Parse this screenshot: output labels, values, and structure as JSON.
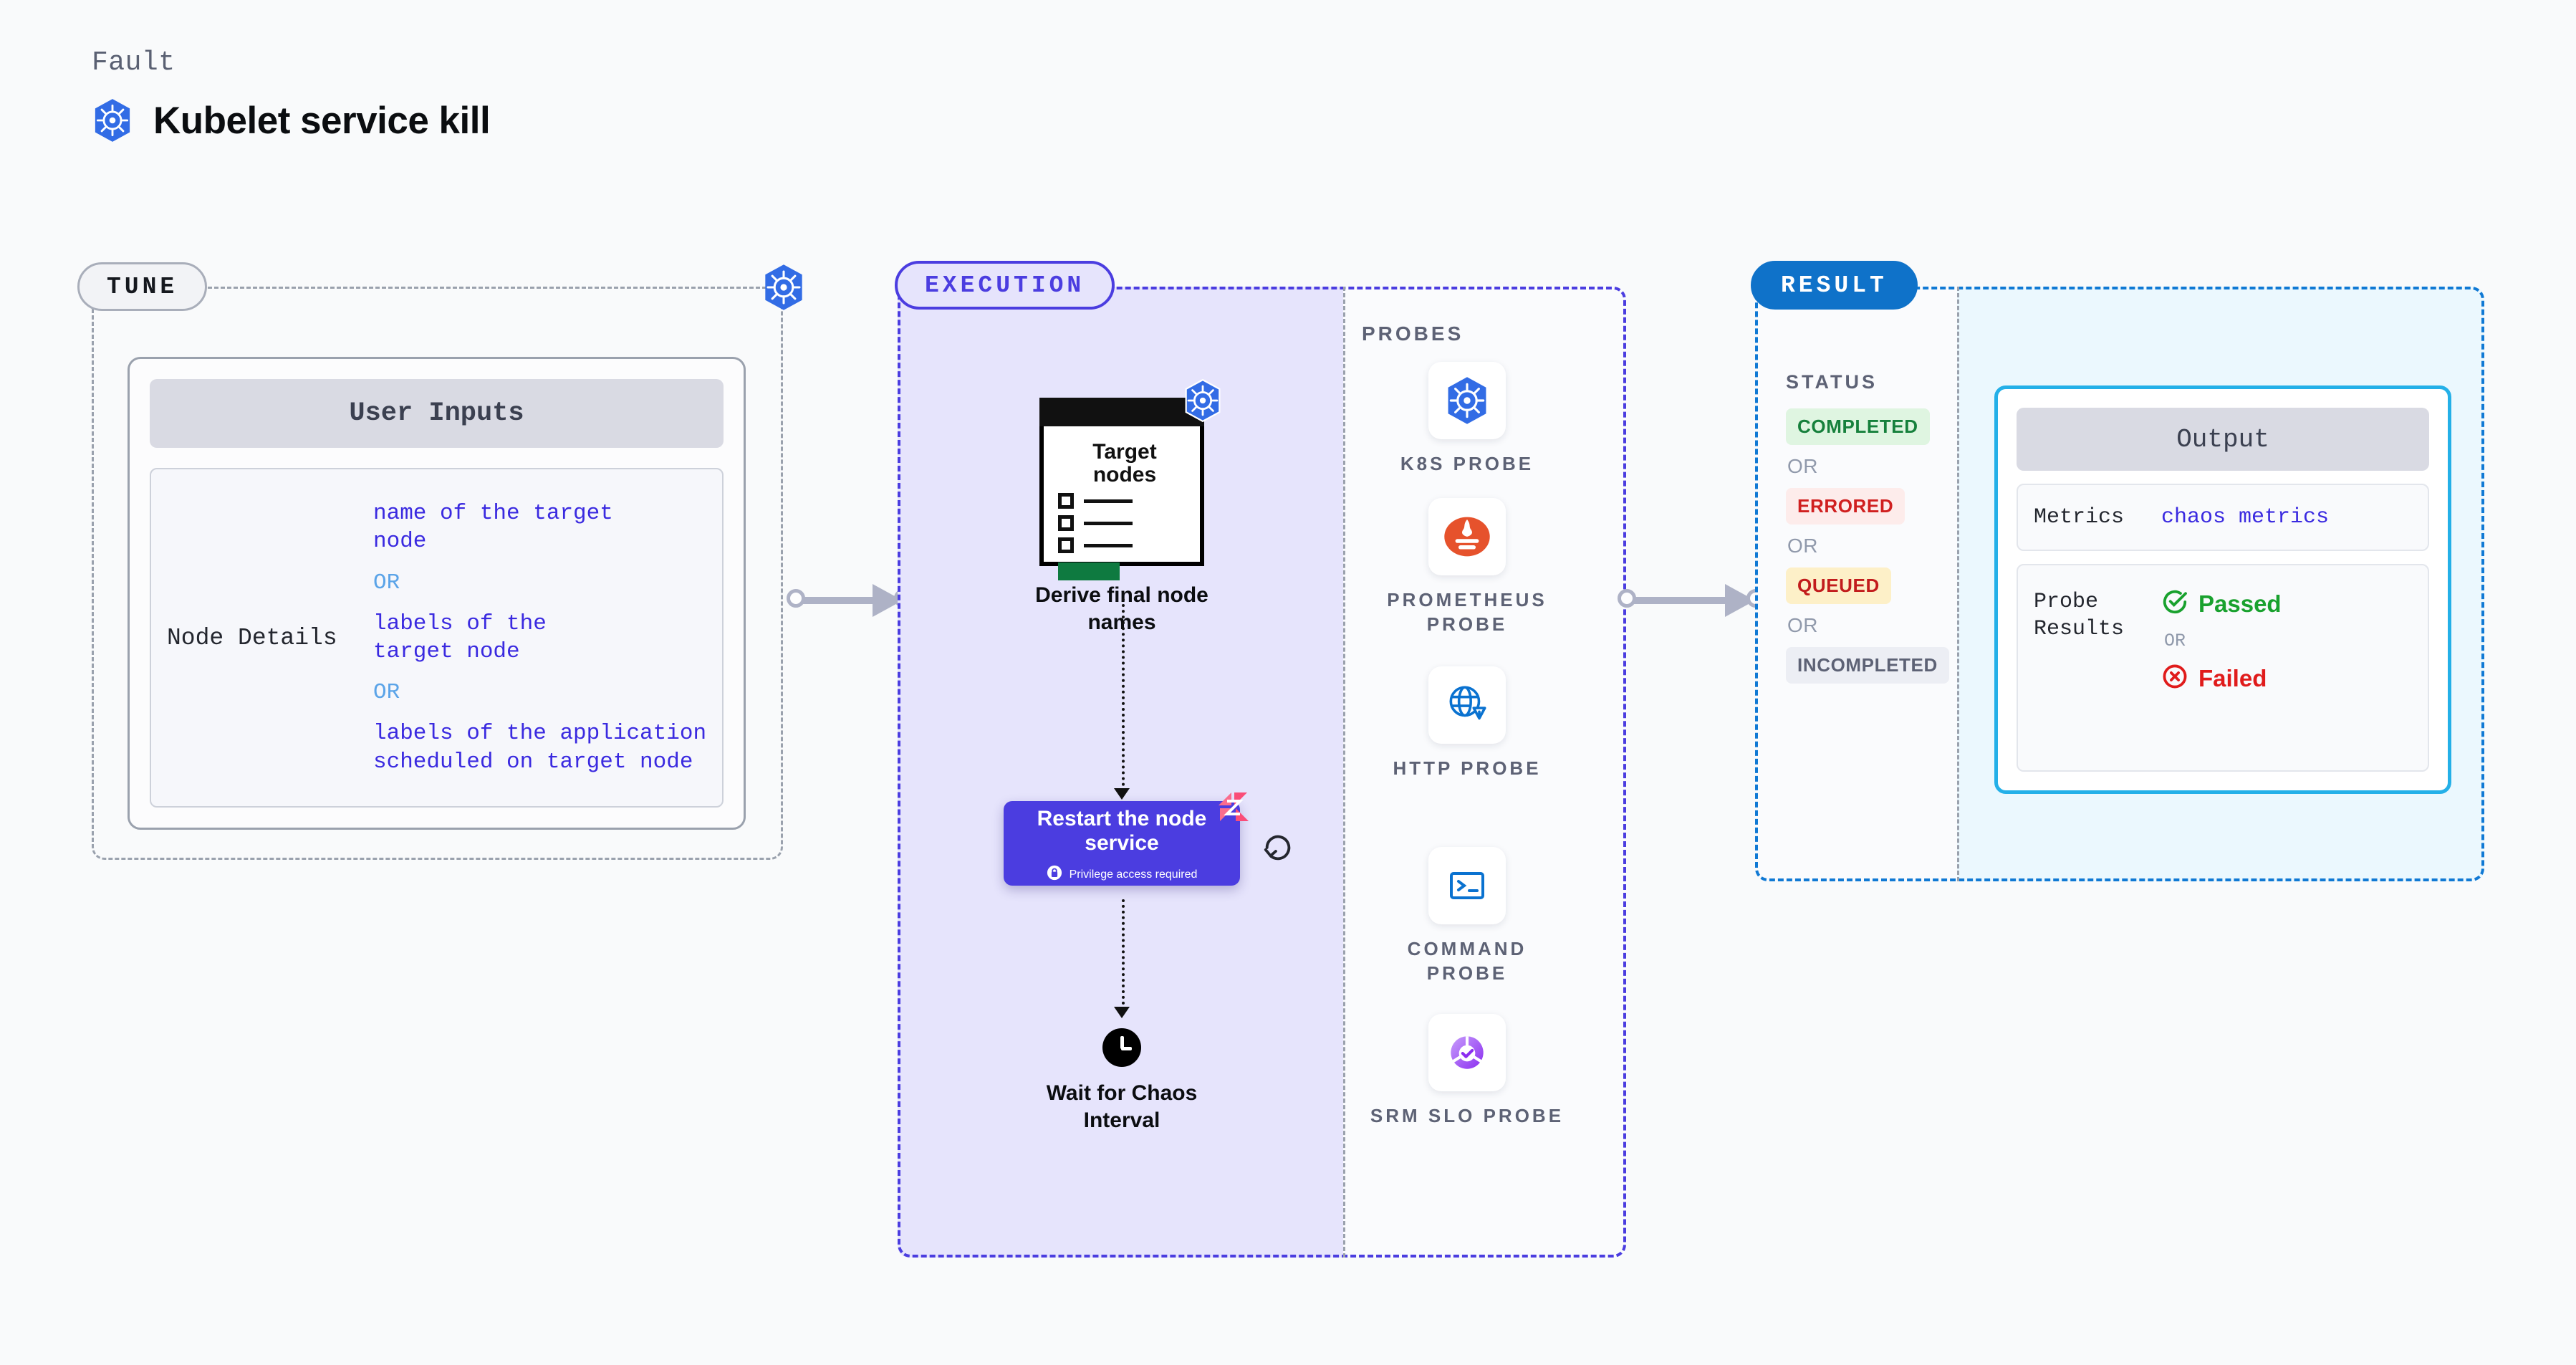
{
  "header": {
    "eyebrow": "Fault",
    "title": "Kubelet service kill",
    "icon": "kubernetes-icon"
  },
  "tune": {
    "pill_label": "TUNE",
    "corner_icon": "kubernetes-icon",
    "card_title": "User Inputs",
    "node_details": {
      "label": "Node Details",
      "option_1": "name of the target node",
      "or_1": "OR",
      "option_2": "labels of the target node",
      "or_2": "OR",
      "option_3": "labels of the application scheduled on target node"
    }
  },
  "execution": {
    "pill_label": "EXECUTION",
    "steps": {
      "derive": {
        "doc_title": "Target nodes",
        "doc_icon": "target-nodes-document-icon",
        "corner_icon": "kubernetes-icon",
        "label": "Derive final node names"
      },
      "restart": {
        "title": "Restart the node service",
        "privilege_note": "Privilege access required",
        "lock_icon": "lock-icon",
        "badge_icon": "harness-chaos-icon",
        "retry_icon": "retry-loop-icon"
      },
      "wait": {
        "icon": "clock-icon",
        "label": "Wait for Chaos Interval"
      }
    },
    "probes": {
      "title": "PROBES",
      "items": [
        {
          "label": "K8S PROBE",
          "icon": "kubernetes-icon"
        },
        {
          "label": "PROMETHEUS PROBE",
          "icon": "prometheus-icon"
        },
        {
          "label": "HTTP PROBE",
          "icon": "globe-warning-icon"
        },
        {
          "label": "COMMAND PROBE",
          "icon": "terminal-icon"
        },
        {
          "label": "SRM SLO PROBE",
          "icon": "srm-slo-icon"
        }
      ]
    }
  },
  "result": {
    "pill_label": "RESULT",
    "status": {
      "title": "STATUS",
      "or_label": "OR",
      "badges": [
        {
          "label": "COMPLETED",
          "text_color": "#16803c",
          "bg_color": "#dff5e1"
        },
        {
          "label": "ERRORED",
          "text_color": "#d02020",
          "bg_color": "#fdeceb"
        },
        {
          "label": "QUEUED",
          "text_color": "#c21c1c",
          "bg_color": "#fdf0c8"
        },
        {
          "label": "INCOMPLETED",
          "text_color": "#5d6275",
          "bg_color": "#eceef4"
        }
      ]
    },
    "output": {
      "title": "Output",
      "metrics_key": "Metrics",
      "metrics_value": "chaos metrics",
      "probe_results_key": "Probe Results",
      "passed_label": "Passed",
      "passed_icon": "check-circle-icon",
      "or_label": "OR",
      "failed_label": "Failed",
      "failed_icon": "x-circle-icon"
    }
  },
  "colors": {
    "execution_accent": "#4b3de0",
    "result_accent": "#0f72c9",
    "output_border": "#24b0e8",
    "kubernetes_blue": "#326ce5",
    "passed_green": "#19a12e",
    "failed_red": "#e01b1b"
  }
}
